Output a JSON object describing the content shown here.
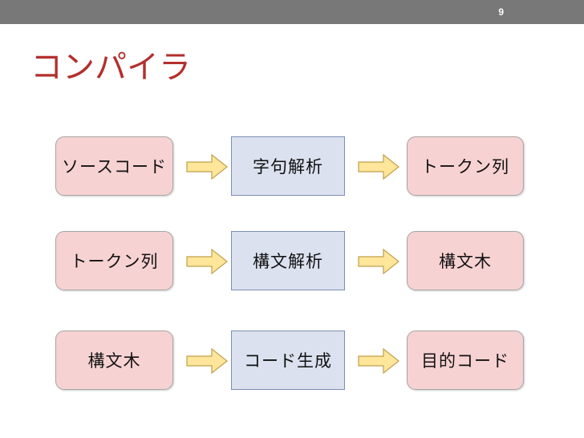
{
  "slide": {
    "page_number": "9",
    "title": "コンパイラ",
    "title_color": "#b2302e",
    "topbar_color": "#787878",
    "background_color": "#ffffff"
  },
  "palette": {
    "data_box_fill": "#f7d2d2",
    "data_box_border": "#a6a6a6",
    "process_box_fill": "#dce1ef",
    "process_box_border": "#7b8fb5",
    "arrow_fill": "#ffe69a",
    "arrow_border": "#bfa14a"
  },
  "diagram": {
    "rows": [
      {
        "input": "ソースコード",
        "process": "字句解析",
        "output": "トークン列",
        "arrow_1": "right-arrow-icon",
        "arrow_2": "right-arrow-icon"
      },
      {
        "input": "トークン列",
        "process": "構文解析",
        "output": "構文木",
        "arrow_1": "right-arrow-icon",
        "arrow_2": "right-arrow-icon"
      },
      {
        "input": "構文木",
        "process": "コード生成",
        "output": "目的コード",
        "arrow_1": "right-arrow-icon",
        "arrow_2": "right-arrow-icon"
      }
    ]
  }
}
